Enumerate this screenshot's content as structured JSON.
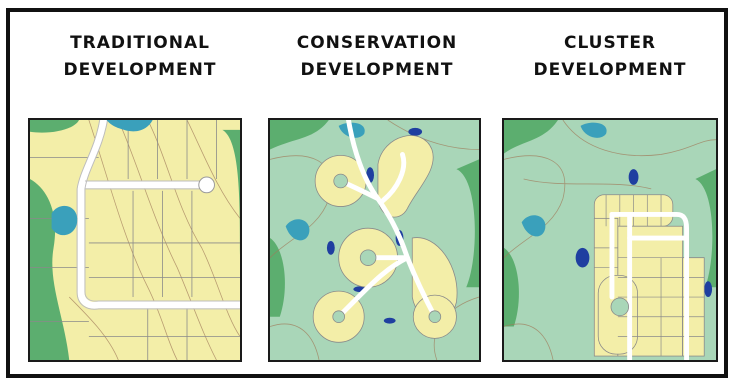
{
  "panels": [
    {
      "line1": "TRADITIONAL",
      "line2": "DEVELOPMENT"
    },
    {
      "line1": "CONSERVATION",
      "line2": "DEVELOPMENT"
    },
    {
      "line1": "CLUSTER",
      "line2": "DEVELOPMENT"
    }
  ],
  "colors": {
    "lot_yellow": "#f3eea8",
    "open_space_green": "#a9d6b8",
    "forest_green": "#5cae6f",
    "water_blue": "#3aa0bb",
    "wetland_navy": "#1f3fa0",
    "road_gray": "#d7d7d7",
    "contour_brown": "#a07a5a"
  }
}
